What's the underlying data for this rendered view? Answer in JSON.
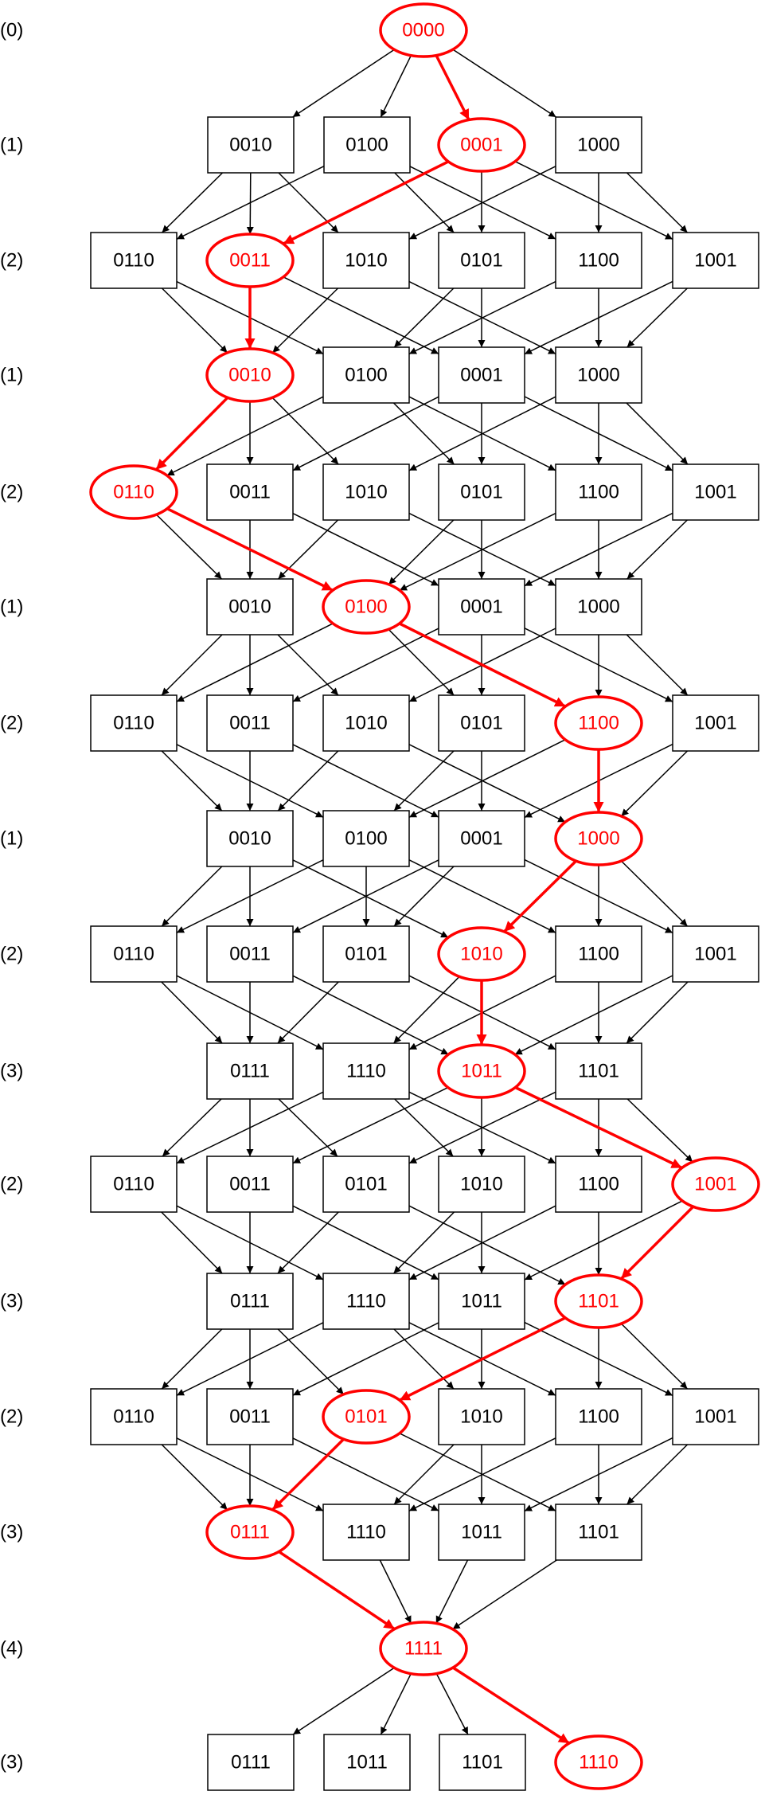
{
  "colors": {
    "normal": "#000000",
    "highlight": "#ff0000",
    "background": "#ffffff"
  },
  "rows": [
    {
      "level": "(0)",
      "nodes": [
        {
          "label": "0000",
          "hl": true
        }
      ]
    },
    {
      "level": "(1)",
      "nodes": [
        {
          "label": "0010"
        },
        {
          "label": "0100"
        },
        {
          "label": "0001",
          "hl": true
        },
        {
          "label": "1000"
        }
      ]
    },
    {
      "level": "(2)",
      "nodes": [
        {
          "label": "0110"
        },
        {
          "label": "0011",
          "hl": true
        },
        {
          "label": "1010"
        },
        {
          "label": "0101"
        },
        {
          "label": "1100"
        },
        {
          "label": "1001"
        }
      ]
    },
    {
      "level": "(1)",
      "nodes": [
        {
          "label": "0010",
          "hl": true
        },
        {
          "label": "0100"
        },
        {
          "label": "0001"
        },
        {
          "label": "1000"
        }
      ]
    },
    {
      "level": "(2)",
      "nodes": [
        {
          "label": "0110",
          "hl": true
        },
        {
          "label": "0011"
        },
        {
          "label": "1010"
        },
        {
          "label": "0101"
        },
        {
          "label": "1100"
        },
        {
          "label": "1001"
        }
      ]
    },
    {
      "level": "(1)",
      "nodes": [
        {
          "label": "0010"
        },
        {
          "label": "0100",
          "hl": true
        },
        {
          "label": "0001"
        },
        {
          "label": "1000"
        }
      ]
    },
    {
      "level": "(2)",
      "nodes": [
        {
          "label": "0110"
        },
        {
          "label": "0011"
        },
        {
          "label": "1010"
        },
        {
          "label": "0101"
        },
        {
          "label": "1100",
          "hl": true
        },
        {
          "label": "1001"
        }
      ]
    },
    {
      "level": "(1)",
      "nodes": [
        {
          "label": "0010"
        },
        {
          "label": "0100"
        },
        {
          "label": "0001"
        },
        {
          "label": "1000",
          "hl": true
        }
      ]
    },
    {
      "level": "(2)",
      "nodes": [
        {
          "label": "0110"
        },
        {
          "label": "0011"
        },
        {
          "label": "0101"
        },
        {
          "label": "1010",
          "hl": true
        },
        {
          "label": "1100"
        },
        {
          "label": "1001"
        }
      ]
    },
    {
      "level": "(3)",
      "nodes": [
        {
          "label": "0111"
        },
        {
          "label": "1110"
        },
        {
          "label": "1011",
          "hl": true
        },
        {
          "label": "1101"
        }
      ]
    },
    {
      "level": "(2)",
      "nodes": [
        {
          "label": "0110"
        },
        {
          "label": "0011"
        },
        {
          "label": "0101"
        },
        {
          "label": "1010"
        },
        {
          "label": "1100"
        },
        {
          "label": "1001",
          "hl": true
        }
      ]
    },
    {
      "level": "(3)",
      "nodes": [
        {
          "label": "0111"
        },
        {
          "label": "1110"
        },
        {
          "label": "1011"
        },
        {
          "label": "1101",
          "hl": true
        }
      ]
    },
    {
      "level": "(2)",
      "nodes": [
        {
          "label": "0110"
        },
        {
          "label": "0011"
        },
        {
          "label": "0101",
          "hl": true
        },
        {
          "label": "1010"
        },
        {
          "label": "1100"
        },
        {
          "label": "1001"
        }
      ]
    },
    {
      "level": "(3)",
      "nodes": [
        {
          "label": "0111",
          "hl": true
        },
        {
          "label": "1110"
        },
        {
          "label": "1011"
        },
        {
          "label": "1101"
        }
      ]
    },
    {
      "level": "(4)",
      "nodes": [
        {
          "label": "1111",
          "hl": true
        }
      ]
    },
    {
      "level": "(3)",
      "nodes": [
        {
          "label": "0111"
        },
        {
          "label": "1011"
        },
        {
          "label": "1101"
        },
        {
          "label": "1110",
          "hl": true
        }
      ]
    }
  ],
  "path": [
    2,
    1,
    0,
    0,
    1,
    4,
    3,
    3,
    2,
    5,
    3,
    2,
    0,
    0,
    3
  ]
}
